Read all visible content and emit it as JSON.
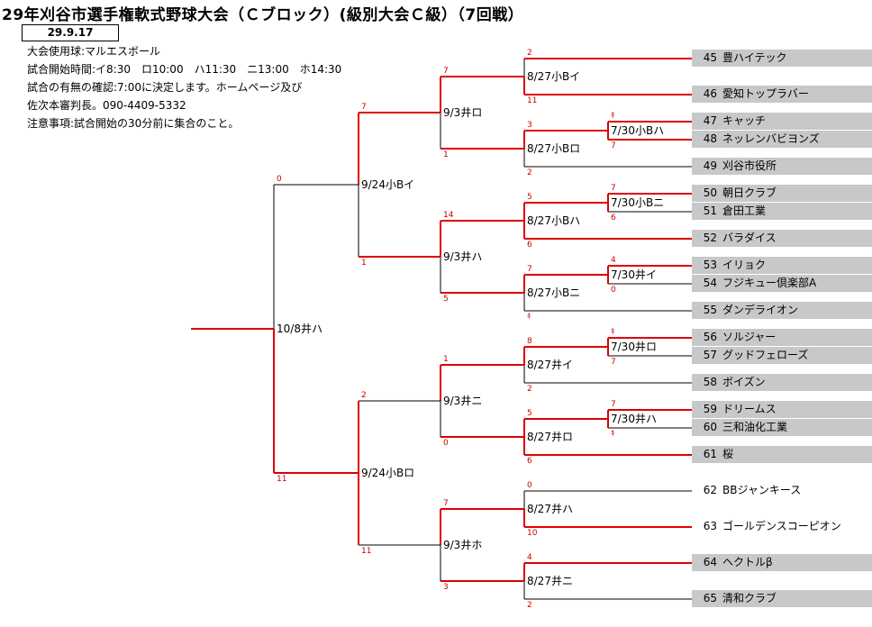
{
  "header": {
    "title": "29年刈谷市選手権軟式野球大会（Ｃブロック）(級別大会Ｃ級）（7回戦）",
    "date": "29.9.17",
    "info_lines": [
      "大会使用球:マルエスボール",
      "試合開始時間:イ8:30　ロ10:00　ハ11:30　ニ13:00　ホ14:30",
      "試合の有無の確認:7:00に決定します。ホームページ及び",
      "佐次本審判長。090-4409-5332",
      "注意事項:試合開始の30分前に集合のこと。"
    ]
  },
  "teams": [
    {
      "num": "45",
      "name": "豊ハイテック"
    },
    {
      "num": "46",
      "name": "愛知トップラバー"
    },
    {
      "num": "47",
      "name": "キャッチ"
    },
    {
      "num": "48",
      "name": "ネッレンバビヨンズ"
    },
    {
      "num": "49",
      "name": "刈谷市役所"
    },
    {
      "num": "50",
      "name": "朝日クラブ"
    },
    {
      "num": "51",
      "name": "倉田工業"
    },
    {
      "num": "52",
      "name": "バラダイス"
    },
    {
      "num": "53",
      "name": "イリョク"
    },
    {
      "num": "54",
      "name": "フジキュー倶楽部A"
    },
    {
      "num": "55",
      "name": "ダンデライオン"
    },
    {
      "num": "56",
      "name": "ソルジャー"
    },
    {
      "num": "57",
      "name": "グッドフェローズ"
    },
    {
      "num": "58",
      "name": "ボイズン"
    },
    {
      "num": "59",
      "name": "ドリームス"
    },
    {
      "num": "60",
      "name": "三和油化工業"
    },
    {
      "num": "61",
      "name": "桜"
    },
    {
      "num": "62",
      "name": "BBジャンキース"
    },
    {
      "num": "63",
      "name": "ゴールデンスコーピオン"
    },
    {
      "num": "64",
      "name": "ヘクトルβ"
    },
    {
      "num": "65",
      "name": "清和クラブ"
    }
  ],
  "matches": [
    {
      "id": "r1-a",
      "label": "7/30小Bハ",
      "top_score": "ｷ",
      "bottom_score": "7"
    },
    {
      "id": "r1-b",
      "label": "7/30小Bニ",
      "top_score": "7",
      "bottom_score": "6"
    },
    {
      "id": "r1-c",
      "label": "7/30井イ",
      "top_score": "4",
      "bottom_score": "0"
    },
    {
      "id": "r1-d",
      "label": "7/30井ロ",
      "top_score": "ｷ",
      "bottom_score": "7"
    },
    {
      "id": "r1-e",
      "label": "7/30井ハ",
      "top_score": "7",
      "bottom_score": "ｷ"
    },
    {
      "id": "r2-a",
      "label": "8/27小Bイ",
      "top_score": "2",
      "bottom_score": "11"
    },
    {
      "id": "r2-b",
      "label": "8/27小Bロ",
      "top_score": "3",
      "bottom_score": "2"
    },
    {
      "id": "r2-c",
      "label": "8/27小Bハ",
      "top_score": "5",
      "bottom_score": "6"
    },
    {
      "id": "r2-d",
      "label": "8/27小Bニ",
      "top_score": "7",
      "bottom_score": "ｷ"
    },
    {
      "id": "r2-e",
      "label": "8/27井イ",
      "top_score": "8",
      "bottom_score": "2"
    },
    {
      "id": "r2-f",
      "label": "8/27井ロ",
      "top_score": "5",
      "bottom_score": "6"
    },
    {
      "id": "r2-g",
      "label": "8/27井ハ",
      "top_score": "0",
      "bottom_score": "10"
    },
    {
      "id": "r2-h",
      "label": "8/27井ニ",
      "top_score": "4",
      "bottom_score": "2"
    },
    {
      "id": "r3-a",
      "label": "9/3井ロ",
      "top_score": "7",
      "bottom_score": "1"
    },
    {
      "id": "r3-b",
      "label": "9/3井ハ",
      "top_score": "14",
      "bottom_score": "5"
    },
    {
      "id": "r3-c",
      "label": "9/3井ニ",
      "top_score": "1",
      "bottom_score": "0"
    },
    {
      "id": "r3-d",
      "label": "9/3井ホ",
      "top_score": "7",
      "bottom_score": "3"
    },
    {
      "id": "r4-a",
      "label": "9/24小Bイ",
      "top_score": "7",
      "bottom_score": "1"
    },
    {
      "id": "r4-b",
      "label": "9/24小Bロ",
      "top_score": "2",
      "bottom_score": "11"
    },
    {
      "id": "final",
      "label": "10/8井ハ",
      "top_score": "0",
      "bottom_score": "11"
    }
  ],
  "colors": {
    "win_line": "#dd0000",
    "line": "#000000",
    "score": "#cc0000",
    "team_shade": "#c8c8c8"
  }
}
